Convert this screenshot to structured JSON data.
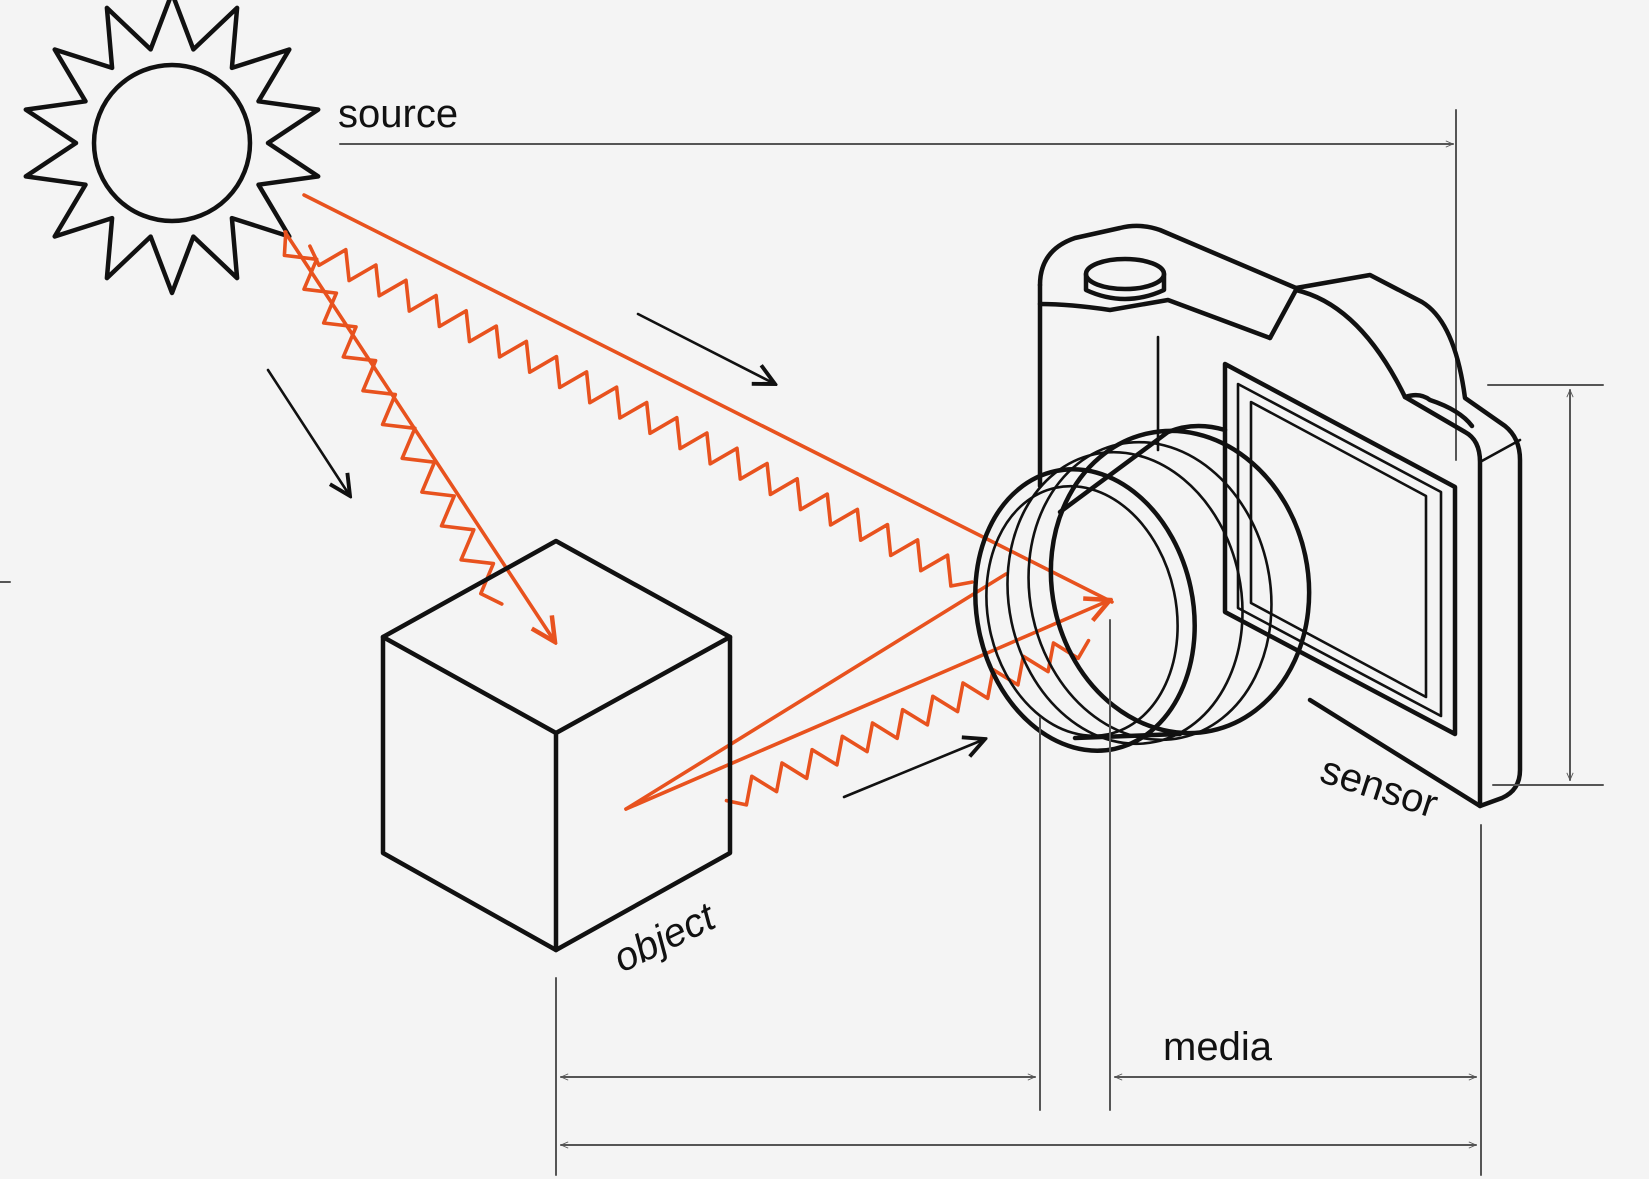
{
  "labels": {
    "source": "source",
    "object": "object",
    "sensor": "sensor",
    "media": "media"
  },
  "colors": {
    "background": "#f4f4f4",
    "ink": "#111111",
    "light_ray": "#e8521e",
    "dimension_line": "#555555"
  },
  "elements": {
    "light_source_icon": "sun-icon",
    "object_icon": "cube-icon",
    "camera_icon": "camera-icon"
  }
}
